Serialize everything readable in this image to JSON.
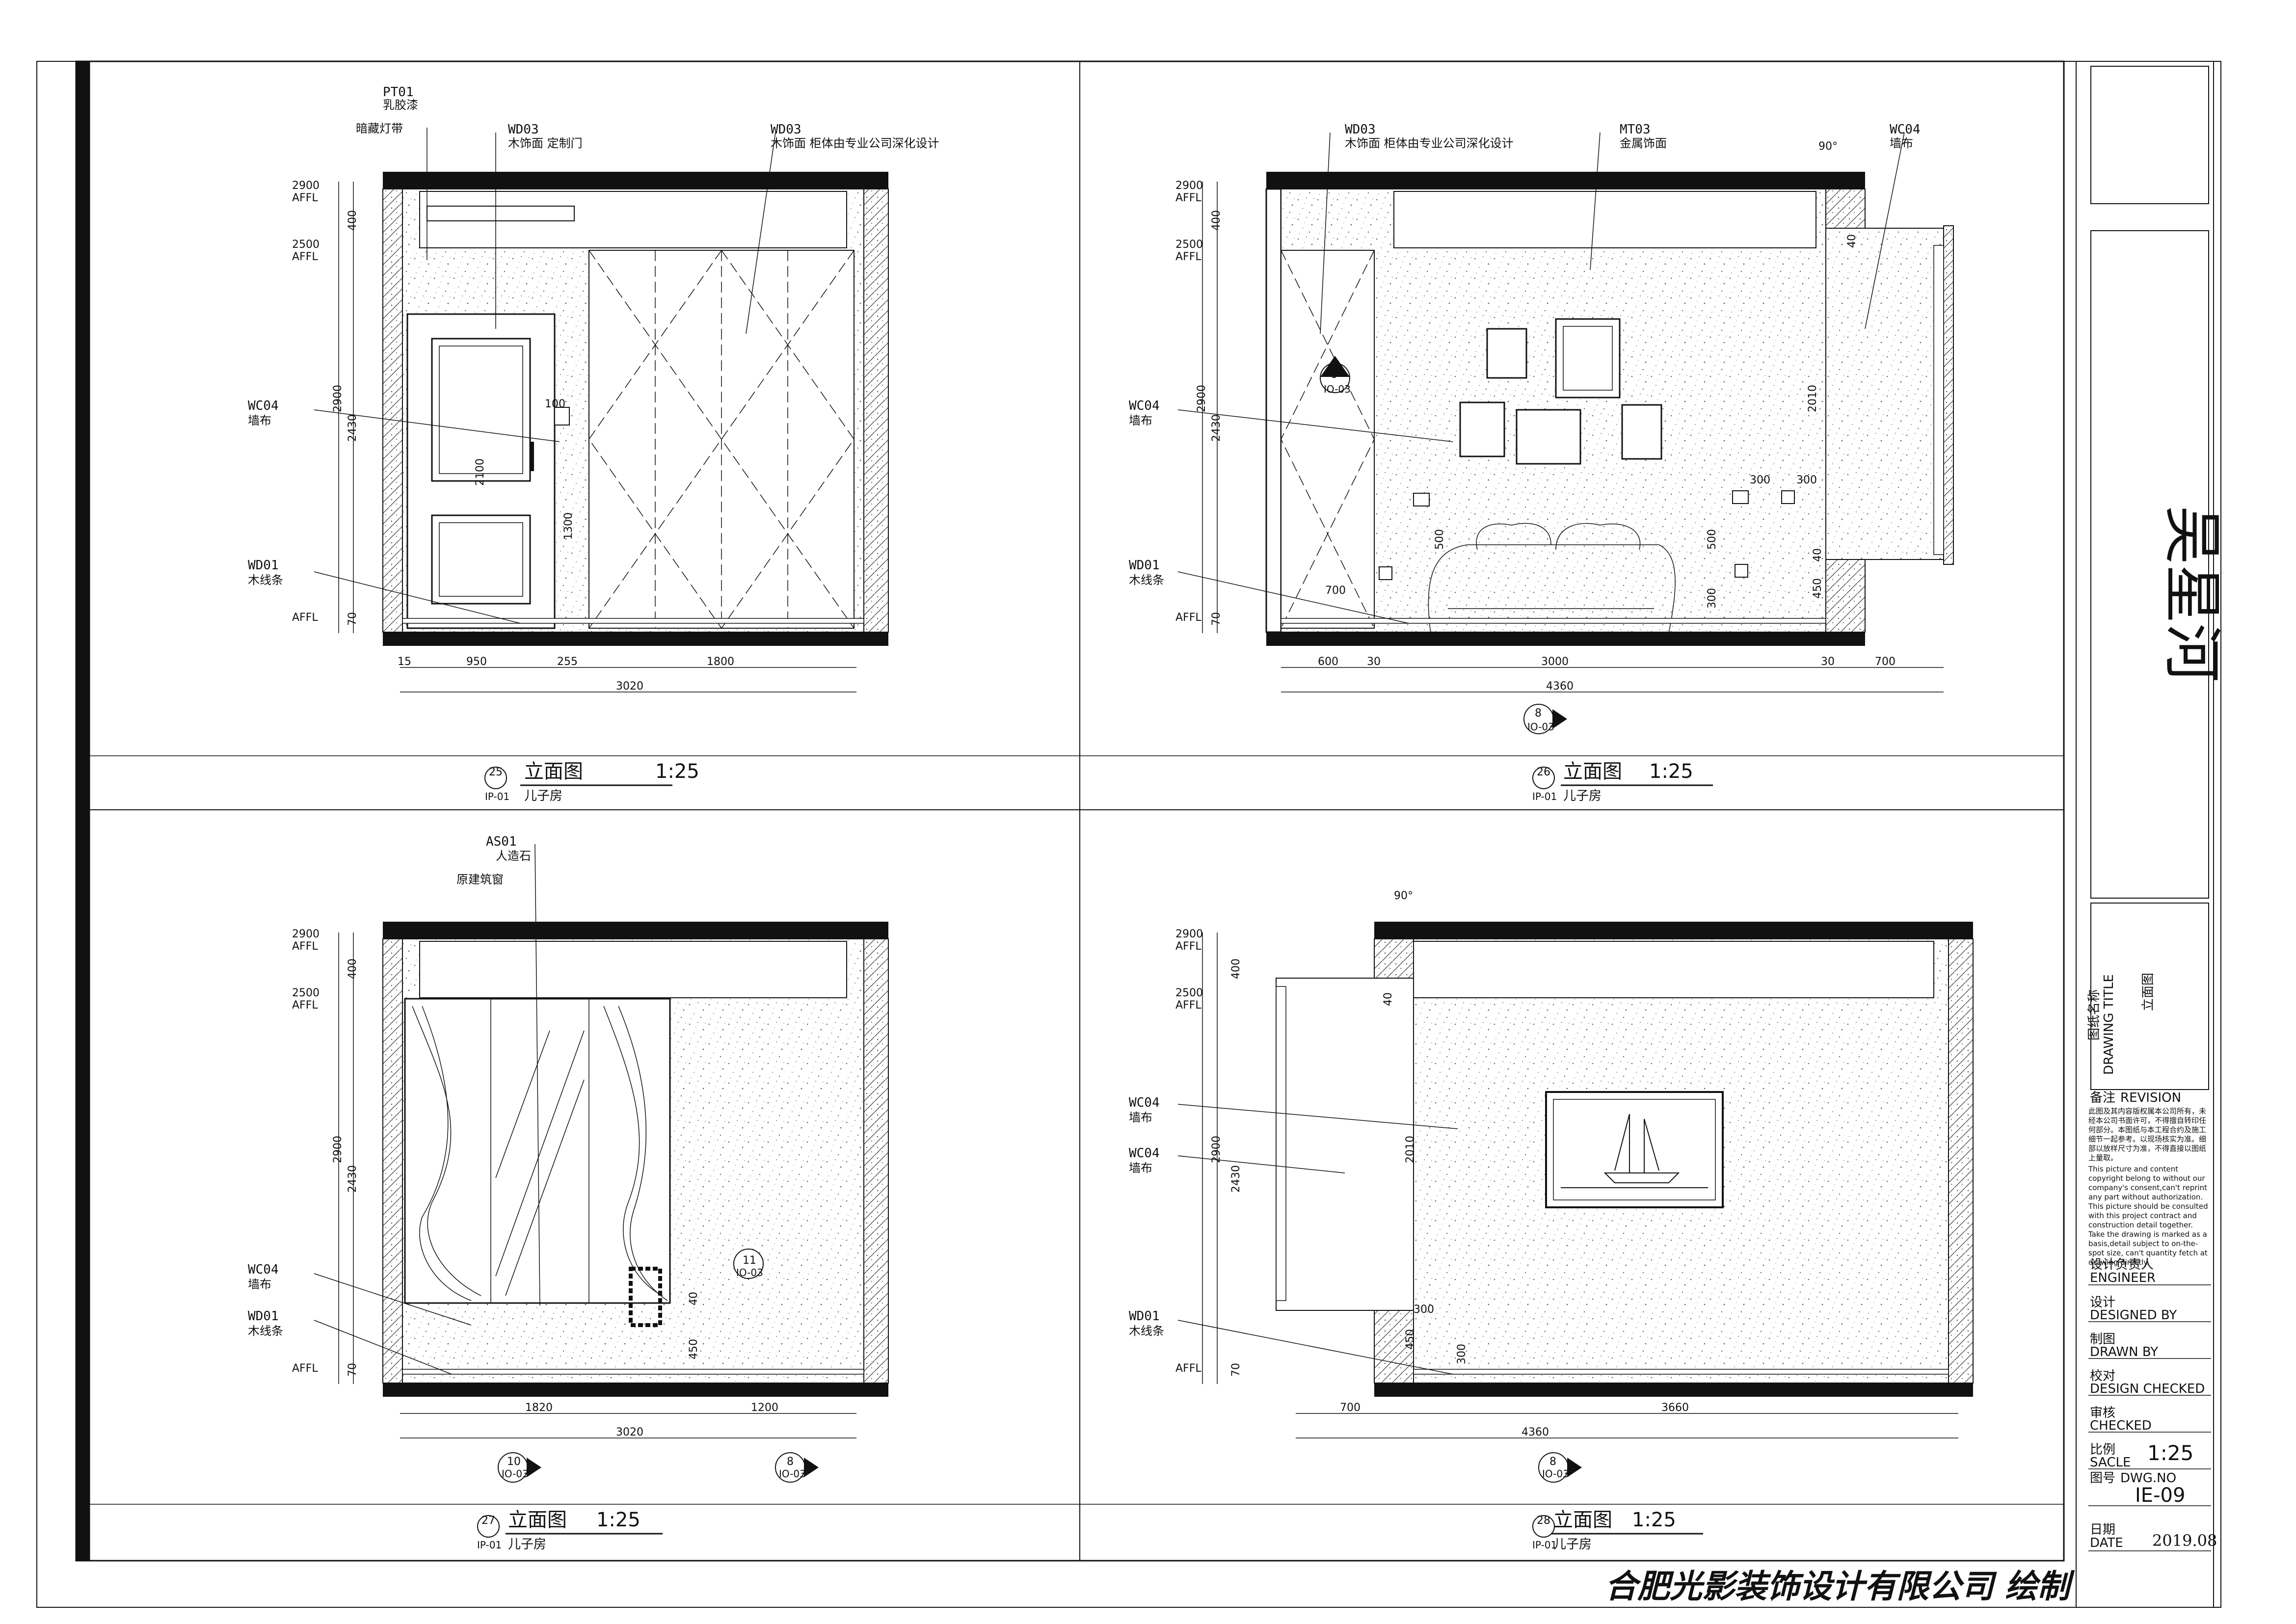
{
  "views": [
    {
      "id": "25",
      "ref": "IP-01",
      "title": "立面图",
      "scale": "1:25",
      "room": "儿子房",
      "tags": [
        {
          "code": "PT01",
          "desc": "乳胶漆"
        },
        {
          "code": "WD03",
          "desc": "木饰面 定制门"
        },
        {
          "code": "WD03",
          "desc": "木饰面 柜体由专业公司深化设计"
        },
        {
          "code": "WC04",
          "desc": "墙布"
        },
        {
          "code": "WD01",
          "desc": "木线条"
        }
      ],
      "notes": [
        "暗藏灯带"
      ],
      "levels": [
        [
          "2900",
          "AFFL"
        ],
        [
          "2500",
          "AFFL"
        ],
        [
          "AFFL",
          ""
        ]
      ],
      "vert_dims": [
        "400",
        "2900",
        "2430",
        "70",
        "2100",
        "1300",
        "100"
      ],
      "horiz_dims": [
        "15",
        "950",
        "255",
        "1800",
        "3020"
      ]
    },
    {
      "id": "26",
      "ref": "IP-01",
      "title": "立面图",
      "scale": "1:25",
      "room": "儿子房",
      "tags": [
        {
          "code": "WD03",
          "desc": "木饰面 柜体由专业公司深化设计"
        },
        {
          "code": "MT03",
          "desc": "金属饰面"
        },
        {
          "code": "WC04",
          "desc": "墙布"
        },
        {
          "code": "WC04",
          "desc": "墙布"
        },
        {
          "code": "WD01",
          "desc": "木线条"
        }
      ],
      "angle": "90°",
      "levels": [
        [
          "2900",
          "AFFL"
        ],
        [
          "2500",
          "AFFL"
        ],
        [
          "AFFL",
          ""
        ]
      ],
      "vert_dims": [
        "400",
        "2900",
        "2430",
        "70",
        "2010",
        "500",
        "500",
        "300",
        "40",
        "450",
        "40"
      ],
      "horiz_dims": [
        "600",
        "30",
        "3000",
        "30",
        "700",
        "4360",
        "700",
        "300",
        "300"
      ],
      "callouts": [
        [
          "9",
          "IO-03"
        ],
        [
          "8",
          "IO-03"
        ]
      ]
    },
    {
      "id": "27",
      "ref": "IP-01",
      "title": "立面图",
      "scale": "1:25",
      "room": "儿子房",
      "tags": [
        {
          "code": "AS01",
          "desc": "人造石"
        },
        {
          "code": "WC04",
          "desc": "墙布"
        },
        {
          "code": "WD01",
          "desc": "木线条"
        }
      ],
      "notes": [
        "原建筑窗"
      ],
      "levels": [
        [
          "2900",
          "AFFL"
        ],
        [
          "2500",
          "AFFL"
        ],
        [
          "AFFL",
          ""
        ]
      ],
      "vert_dims": [
        "400",
        "2900",
        "2430",
        "70",
        "450",
        "40"
      ],
      "horiz_dims": [
        "1820",
        "1200",
        "3020"
      ],
      "callouts": [
        [
          "11",
          "IO-03"
        ],
        [
          "10",
          "IO-03"
        ],
        [
          "8",
          "IO-03"
        ]
      ]
    },
    {
      "id": "28",
      "ref": "IP-01",
      "title": "立面图",
      "scale": "1:25",
      "room": "儿子房",
      "tags": [
        {
          "code": "WC04",
          "desc": "墙布"
        },
        {
          "code": "WC04",
          "desc": "墙布"
        },
        {
          "code": "WD01",
          "desc": "木线条"
        }
      ],
      "angle": "90°",
      "levels": [
        [
          "2900",
          "AFFL"
        ],
        [
          "2500",
          "AFFL"
        ],
        [
          "AFFL",
          ""
        ]
      ],
      "vert_dims": [
        "400",
        "2900",
        "2430",
        "70",
        "2010",
        "40",
        "450",
        "300",
        "300"
      ],
      "horiz_dims": [
        "700",
        "3660",
        "4360"
      ],
      "callouts": [
        [
          "8",
          "IO-03"
        ]
      ]
    }
  ],
  "title_block": {
    "project": "吴星河",
    "drawing_title_cn": "图纸名称",
    "drawing_title_en": "DRAWING TITLE",
    "drawing_title_value": "立面图",
    "revision_cn": "备注",
    "revision_en": "REVISION",
    "notice_cn": "此图及其内容版权属本公司所有，未经本公司书面许可，不得擅自转印任何部分。本图纸与本工程合约及施工细节一起参考。以现场核实为准。细部以放样尺寸为准，不得直接以图纸上量取。",
    "notice_en": "This picture and content copyright belong to without our company's consent,can't reprint any part without authorization. This picture should be consulted with this project contract and construction detail together. Take the drawing is marked as a basis,detail subject to on-the-spot size, can't quantity fetch at drawing directly.",
    "fields": [
      {
        "cn": "设计负责人",
        "en": "ENGINEER",
        "value": ""
      },
      {
        "cn": "设计",
        "en": "DESIGNED BY",
        "value": ""
      },
      {
        "cn": "制图",
        "en": "DRAWN BY",
        "value": ""
      },
      {
        "cn": "校对",
        "en": "DESIGN CHECKED",
        "value": ""
      },
      {
        "cn": "审核",
        "en": "CHECKED",
        "value": ""
      },
      {
        "cn": "比例",
        "en": "SACLE",
        "value": "1:25"
      },
      {
        "cn": "图号",
        "en": "DWG.NO",
        "value": "IE-09"
      },
      {
        "cn": "日期",
        "en": "DATE",
        "value": "2019.08"
      }
    ]
  },
  "footer": "合肥光影装饰设计有限公司 绘制"
}
